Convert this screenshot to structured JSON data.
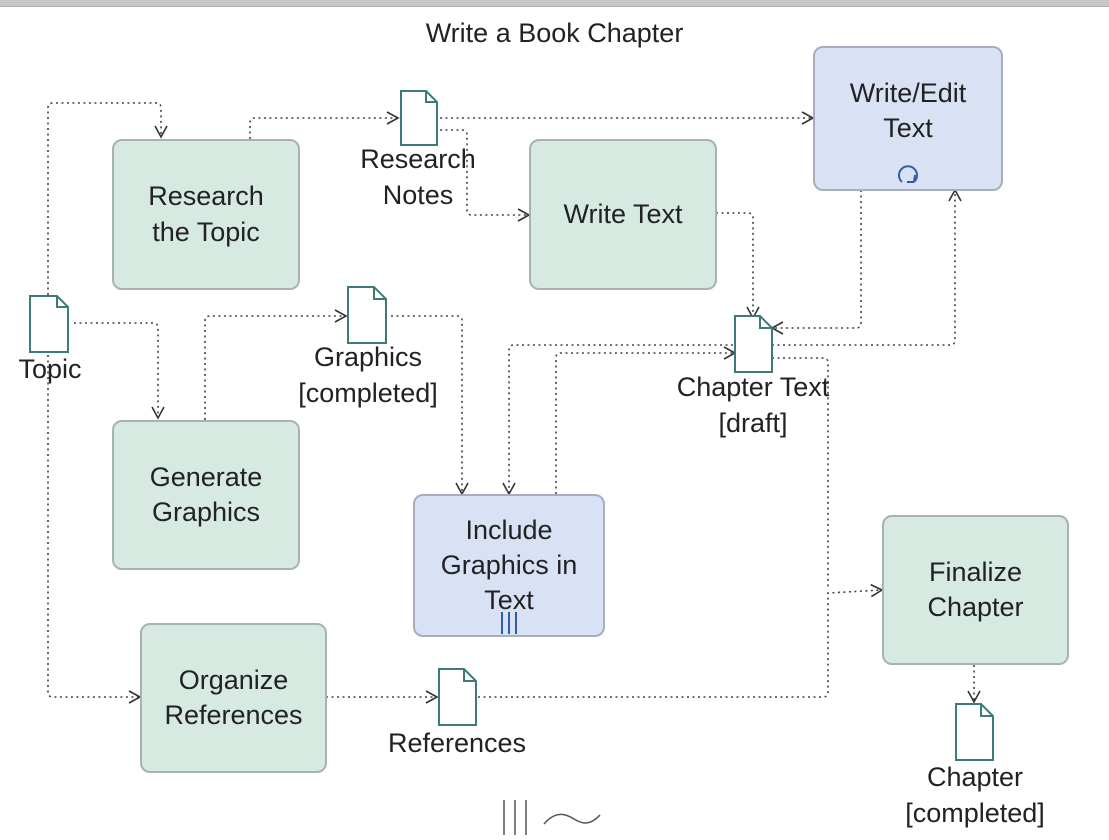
{
  "title": "Write a Book Chapter",
  "tasks": {
    "research": "Research\nthe Topic",
    "write_text": "Write Text",
    "write_edit": "Write/Edit\nText",
    "generate": "Generate\nGraphics",
    "include": "Include\nGraphics in\nText",
    "organize": "Organize\nReferences",
    "finalize": "Finalize\nChapter"
  },
  "data_objects": {
    "research_notes": "Research\nNotes",
    "topic": "Topic",
    "graphics": "Graphics\n[completed]",
    "chapter_draft": "Chapter Text\n[draft]",
    "references": "References",
    "chapter_completed": "Chapter\n[completed]"
  },
  "colors": {
    "task_fill": "#d6eae2",
    "subprocess_fill": "#d8e2f4",
    "data_object_stroke": "#3d7a78",
    "marker": "#2f5da3"
  },
  "markers": {
    "write_edit": "loop-icon",
    "include": "parallel-multi-instance-icon",
    "diagram": [
      "parallel-multi-instance-icon",
      "ad-hoc-icon"
    ]
  }
}
